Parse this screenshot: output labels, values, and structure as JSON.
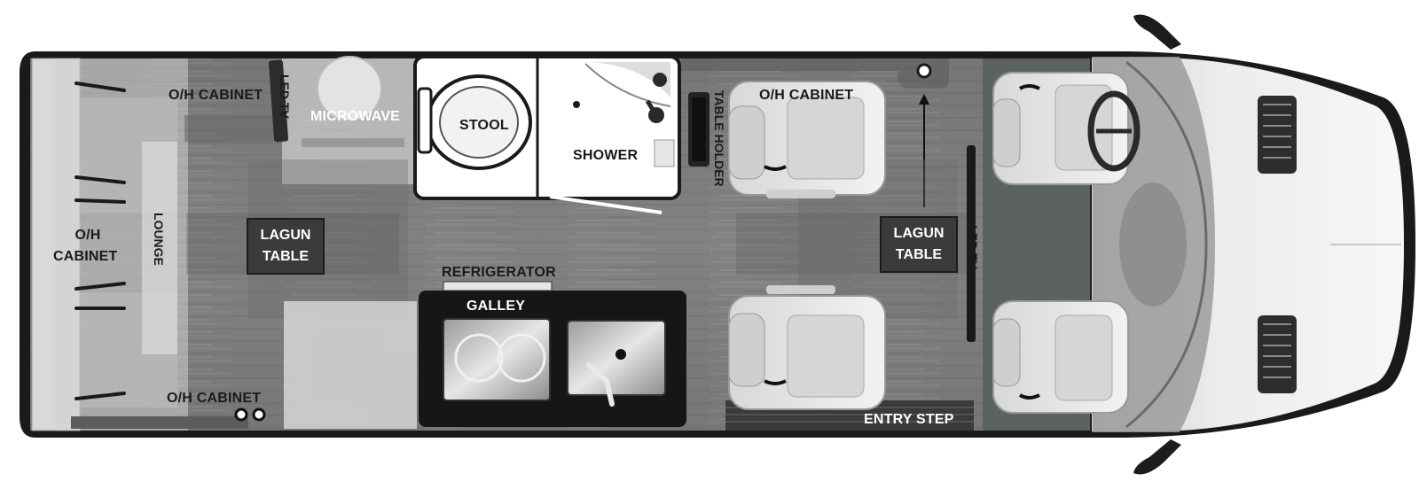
{
  "labels": {
    "oh_cabinet_top_rear": "O/H CABINET",
    "led_tv_rear": "LED TV",
    "microwave": "MICROWAVE",
    "stool": "STOOL",
    "shower": "SHOWER",
    "table_holder": "TABLE HOLDER",
    "oh_cabinet_top_mid": "O/H CABINET",
    "oh_cabinet_rear_line1": "O/H",
    "oh_cabinet_rear_line2": "CABINET",
    "lounge": "LOUNGE",
    "lagun_table_rear_line1": "LAGUN",
    "lagun_table_rear_line2": "TABLE",
    "lagun_table_front_line1": "LAGUN",
    "lagun_table_front_line2": "TABLE",
    "led_tv_front": "LED TV",
    "refrigerator": "REFRIGERATOR",
    "galley": "GALLEY",
    "oh_cabinet_bottom": "O/H CABINET",
    "entry_step": "ENTRY STEP"
  },
  "colors": {
    "floor": "#7d7d7d",
    "cab_floor": "#5a625f",
    "body_outline": "#111111",
    "galley_counter": "#161616",
    "bath": "#ffffff",
    "label_box": "#3b3b3b"
  },
  "icons": {
    "seat": "captain-chair-icon",
    "mirror": "side-mirror-icon",
    "sink": "sink-icon",
    "cooktop": "cooktop-icon",
    "toilet": "toilet-icon",
    "steering": "steering-wheel-icon"
  }
}
